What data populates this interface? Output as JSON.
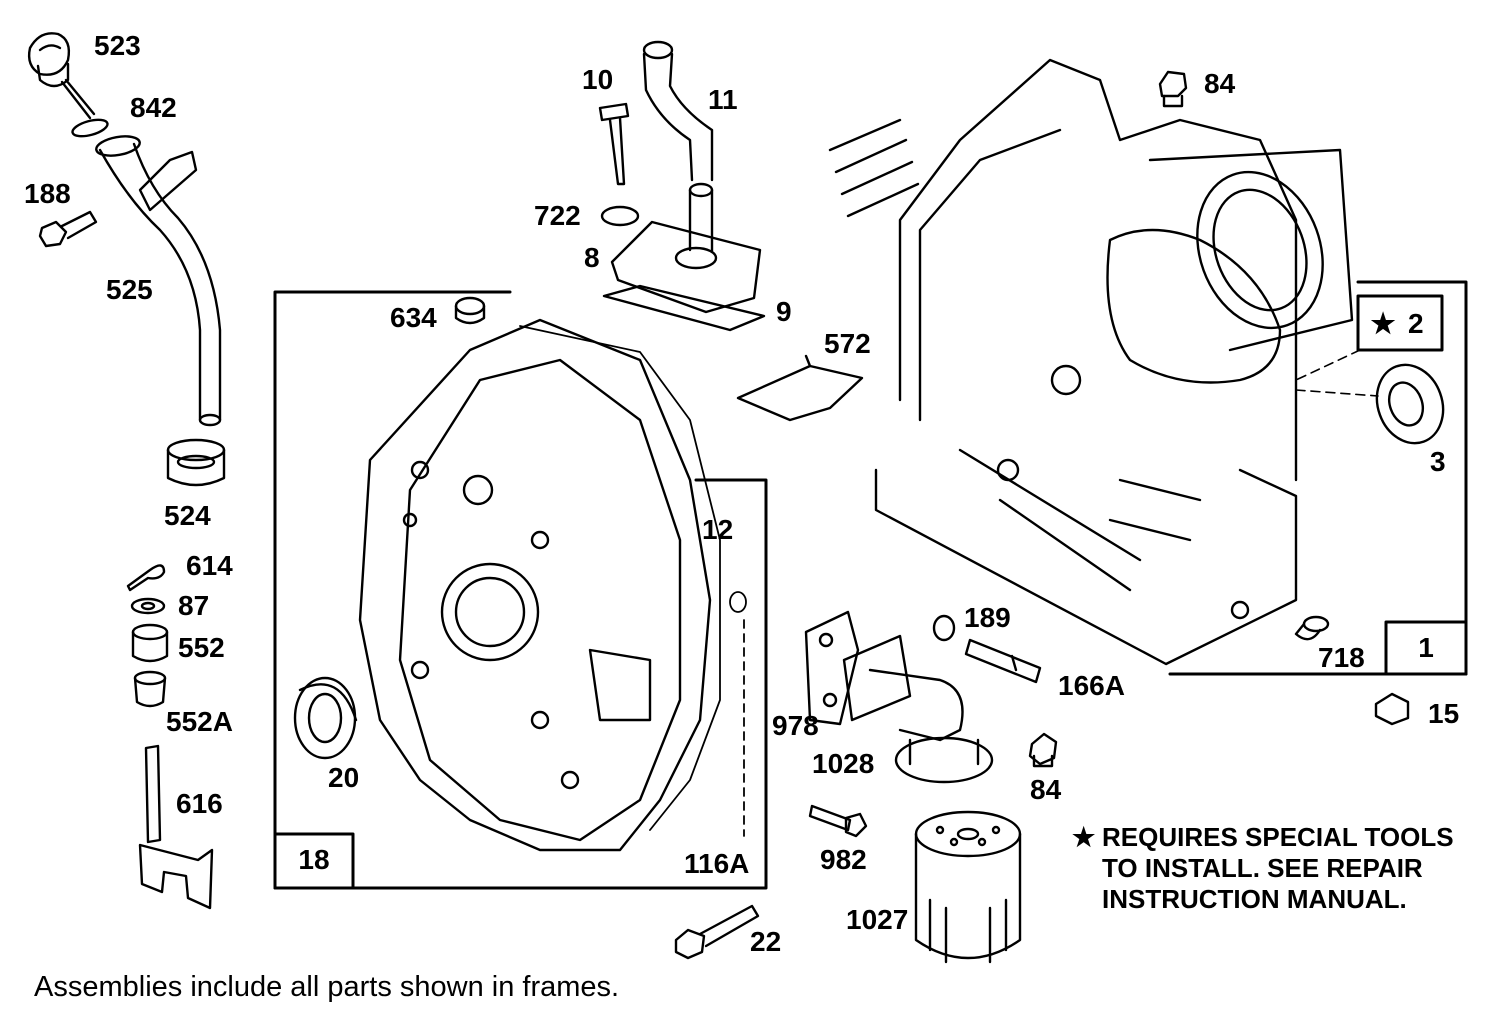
{
  "labels": {
    "p523": "523",
    "p842": "842",
    "p188": "188",
    "p525": "525",
    "p524": "524",
    "p614": "614",
    "p87": "87",
    "p552": "552",
    "p552a": "552A",
    "p616": "616",
    "p10": "10",
    "p11": "11",
    "p722": "722",
    "p8": "8",
    "p9": "9",
    "p634": "634",
    "p572": "572",
    "p84a": "84",
    "p2": "2",
    "p3": "3",
    "p12": "12",
    "p20": "20",
    "p18": "18",
    "p116a": "116A",
    "p22": "22",
    "p189": "189",
    "p166a": "166A",
    "p978": "978",
    "p1028": "1028",
    "p84b": "84",
    "p982": "982",
    "p1027": "1027",
    "p718": "718",
    "p1": "1",
    "p15": "15"
  },
  "note": {
    "star": "★",
    "line1": "REQUIRES SPECIAL TOOLS",
    "line2": "TO INSTALL.  SEE REPAIR",
    "line3": "INSTRUCTION MANUAL."
  },
  "box_star": "★",
  "footer": "Assemblies include all parts shown in frames."
}
